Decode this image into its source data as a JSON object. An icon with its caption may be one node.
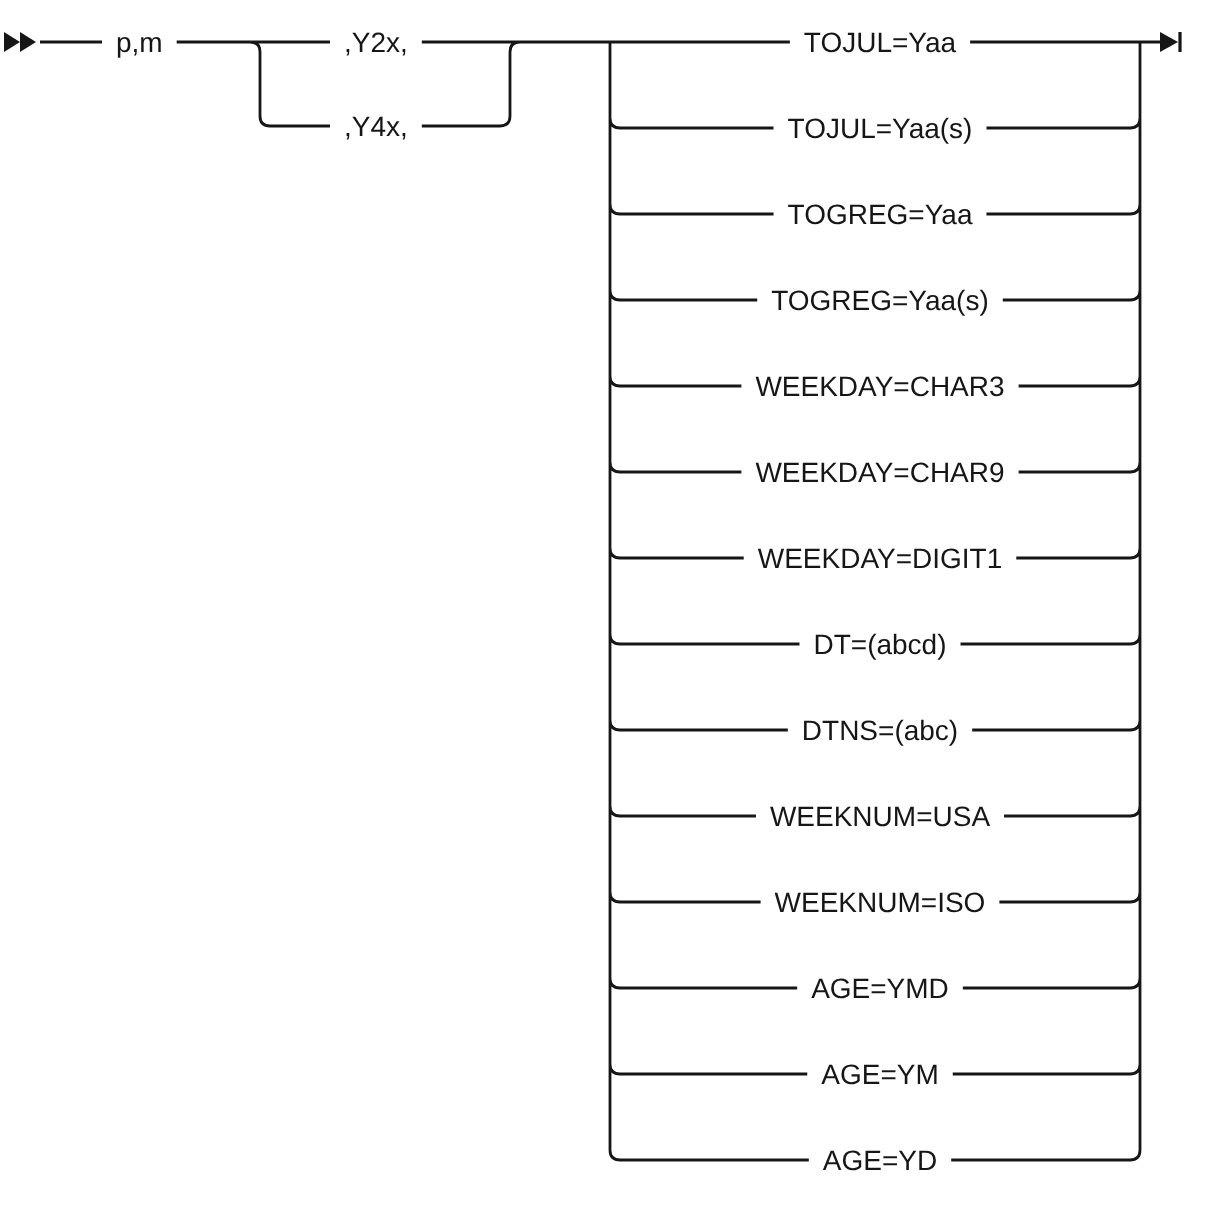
{
  "diagram": {
    "labels": [
      "p,m",
      ",Y2x,",
      ",Y4x,",
      "TOJUL=Yaa",
      "TOJUL=Yaa(s)",
      "TOGREG=Yaa",
      "TOGREG=Yaa(s)",
      "WEEKDAY=CHAR3",
      "WEEKDAY=CHAR9",
      "WEEKDAY=DIGIT1",
      "DT=(abcd)",
      "DTNS=(abc)",
      "WEEKNUM=USA",
      "WEEKNUM=ISO",
      "AGE=YMD",
      "AGE=YM",
      "AGE=YD"
    ]
  }
}
